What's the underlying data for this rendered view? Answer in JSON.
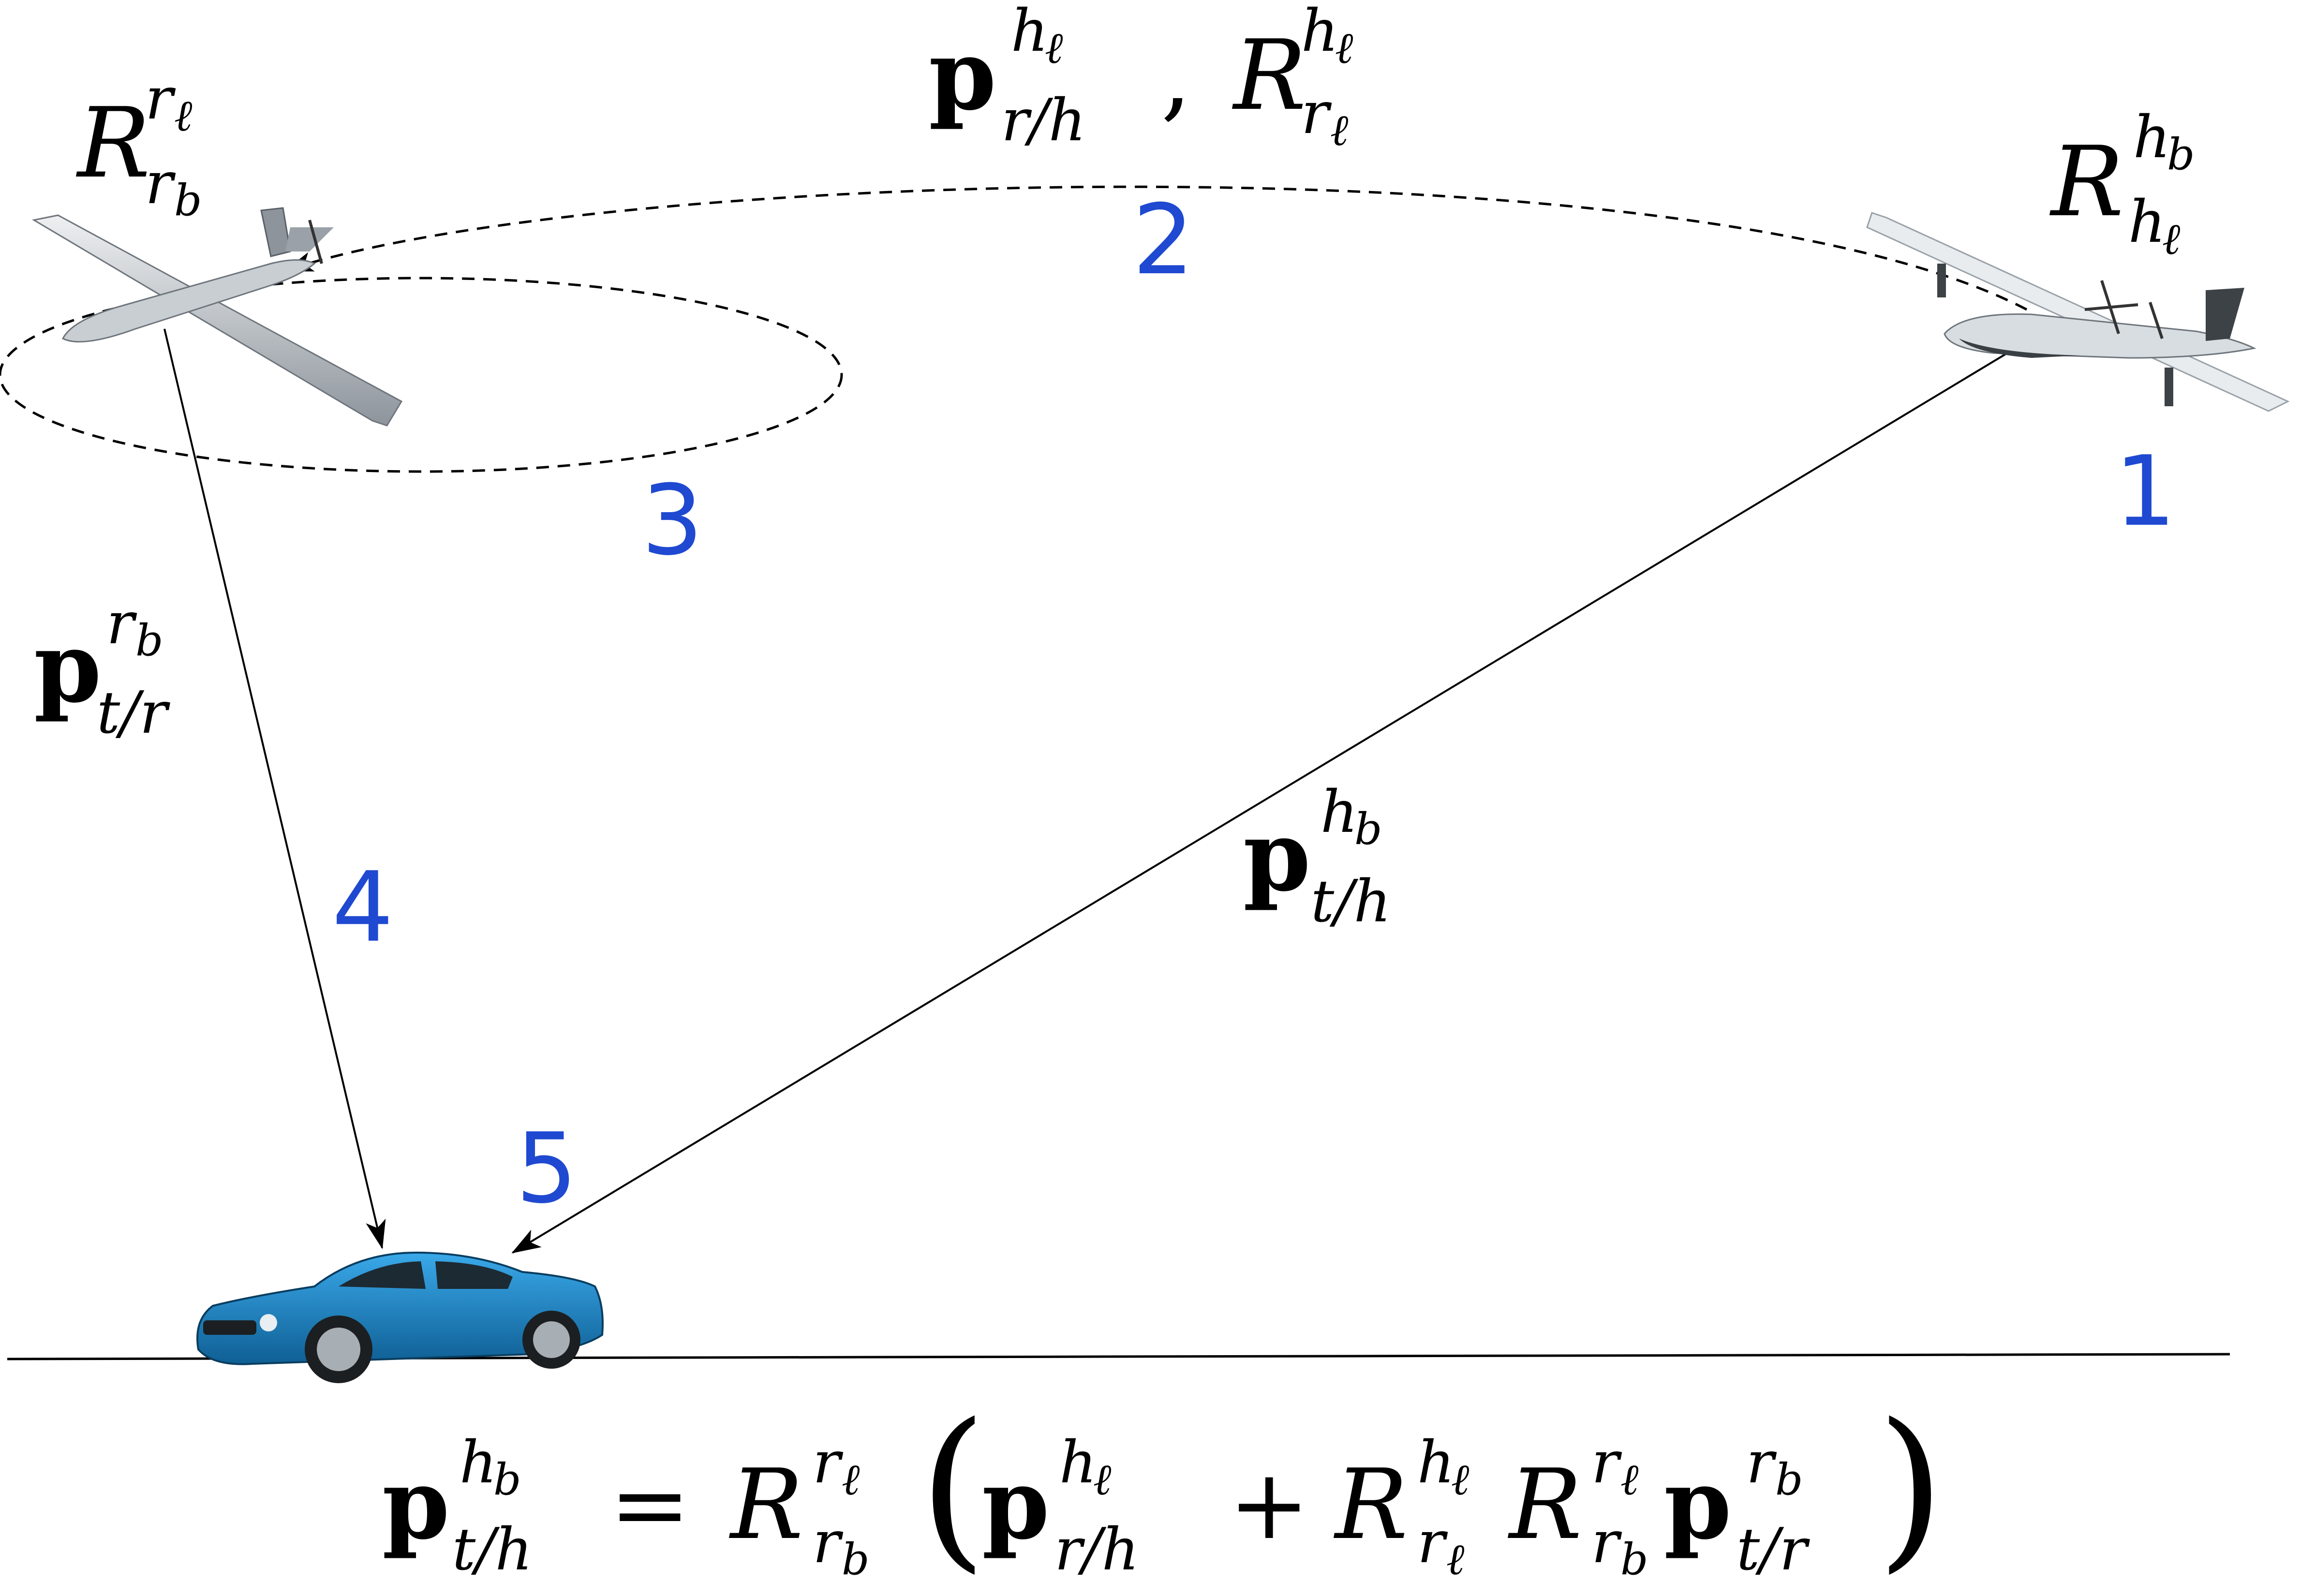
{
  "step_labels": {
    "one": "1",
    "two": "2",
    "three": "3",
    "four": "4",
    "five": "5"
  },
  "math": {
    "R": "R",
    "p": "p",
    "r_ell": "r",
    "ell": "ℓ",
    "r_b": "r",
    "b": "b",
    "h": "h",
    "t_over_r": "t/r",
    "r_over_h": "r/h",
    "t_over_h": "t/h",
    "comma": ",",
    "equals": "=",
    "plus": "+",
    "lparen": "(",
    "rparen": ")"
  },
  "colors": {
    "step_number": "#1f49d1",
    "car_body": "#1a88c9",
    "aircraft": "#c8cdd2",
    "line": "#000000"
  },
  "icons": {
    "relay": "fixed-wing-uav-icon",
    "hub": "twin-prop-uav-icon",
    "target": "car-icon"
  }
}
